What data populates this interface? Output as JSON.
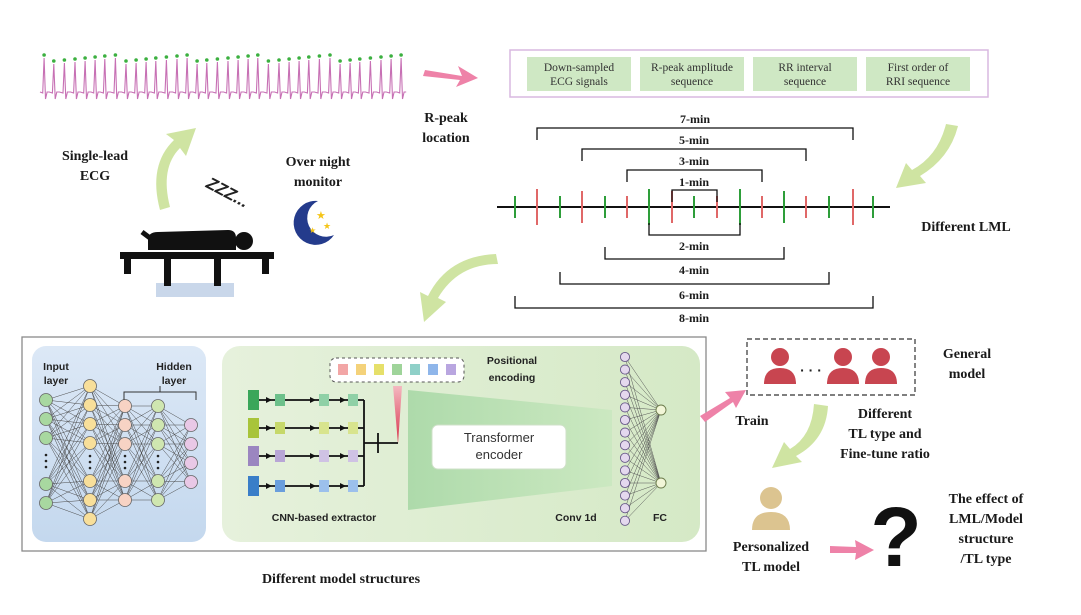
{
  "labels": {
    "single_lead_ecg": [
      "Single-lead",
      "ECG"
    ],
    "overnight_monitor": [
      "Over night",
      "monitor"
    ],
    "sleep_zzz": "ZZZ...",
    "r_peak_location": [
      "R-peak",
      "location"
    ],
    "different_lml": "Different LML",
    "general_model": [
      "General",
      "model"
    ],
    "train": "Train",
    "tl_type": [
      "Different",
      "TL type and",
      "Fine-tune ratio"
    ],
    "personalized": [
      "Personalized",
      "TL model"
    ],
    "effect": [
      "The effect of",
      "LML/Model",
      "structure",
      "/TL type"
    ],
    "question_mark": "?",
    "model_structures": "Different model structures",
    "ellipsis": "· · ·"
  },
  "features": [
    [
      "Down-sampled",
      "ECG signals"
    ],
    [
      "R-peak amplitude",
      "sequence"
    ],
    [
      "RR interval",
      "sequence"
    ],
    [
      "First order of",
      "RRI sequence"
    ]
  ],
  "windows_top": [
    "7-min",
    "5-min",
    "3-min",
    "1-min"
  ],
  "windows_bottom": [
    "2-min",
    "4-min",
    "6-min",
    "8-min"
  ],
  "network": {
    "input_layer": [
      "Input",
      "layer"
    ],
    "hidden_layer": [
      "Hidden",
      "layer"
    ],
    "positional_encoding": [
      "Positional",
      "encoding"
    ],
    "transformer": [
      "Transformer",
      "encoder"
    ],
    "cnn_extractor": "CNN-based extractor",
    "conv1d": "Conv 1d",
    "fc": "FC"
  },
  "colors": {
    "ecg": "#c770b4",
    "peak_dot": "#3cb040",
    "feature_box": "#cfe8c4",
    "arrow_green": "#cfe4a2",
    "arrow_pink": "#ee82a8",
    "person_red": "#c84550",
    "person_tan": "#dcc490",
    "tick_red": "#e06868",
    "tick_green": "#2e9e3a"
  }
}
